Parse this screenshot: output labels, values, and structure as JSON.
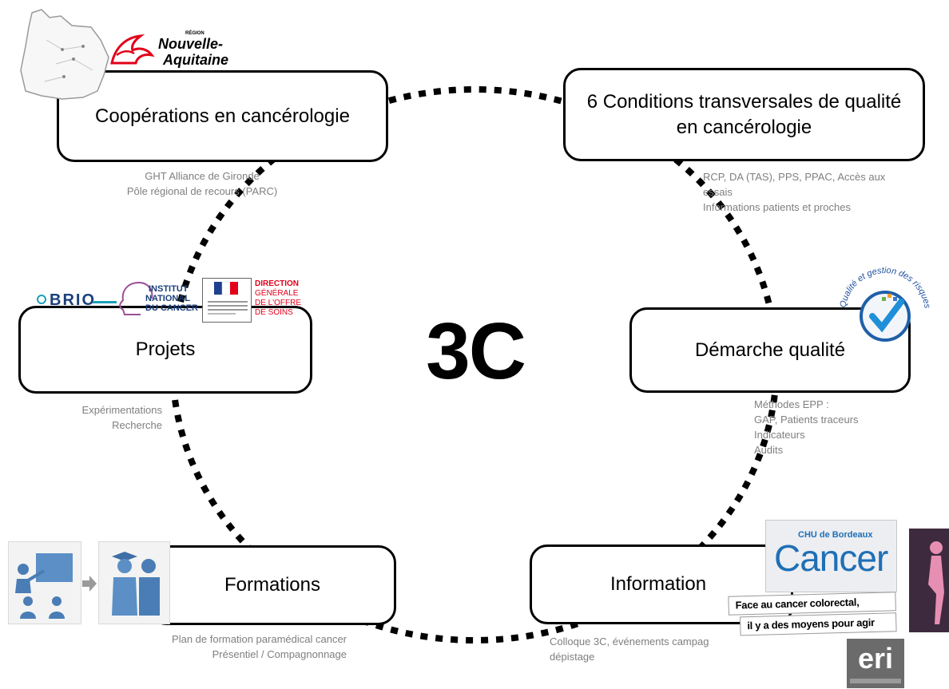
{
  "center": {
    "title": "3C"
  },
  "boxes": {
    "cooperations": {
      "label": "Coopérations en cancérologie"
    },
    "conditions": {
      "label_line1": "6 Conditions transversales de qualité",
      "label_line2": "en cancérologie"
    },
    "projets": {
      "label": "Projets"
    },
    "demarche": {
      "label": "Démarche qualité"
    },
    "formations": {
      "label": "Formations"
    },
    "information": {
      "label": "Information"
    }
  },
  "notes": {
    "cooperations": [
      "GHT Alliance de Gironde",
      "Pôle régional de recours (PARC)"
    ],
    "conditions": [
      "RCP, DA (TAS), PPS, PPAC, Accès aux",
      "essais",
      "Informations patients et proches"
    ],
    "projets": [
      "Expérimentations",
      "Recherche"
    ],
    "demarche": [
      "Méthodes EPP :",
      "GAP, Patients traceurs",
      "Indicateurs",
      "Audits"
    ],
    "formations": [
      "Plan de formation paramédical cancer",
      "Présentiel / Compagnonnage"
    ],
    "information": [
      "Colloque 3C, événements campag",
      "dépistage"
    ]
  },
  "logos": {
    "region": {
      "small": "RÉGION",
      "line1": "Nouvelle-",
      "line2": "Aquitaine"
    },
    "brio": {
      "text": "BRIO"
    },
    "inca": {
      "line1": "INSTITUT",
      "line2": "NATIONAL",
      "line3": "DU CANCER"
    },
    "dgos": {
      "line1": "DIRECTION",
      "line2": "GÉNÉRALE",
      "line3": "DE L'OFFRE",
      "line4": "DE SOINS"
    },
    "qualite": {
      "arc": "Qualité et gestion des risques"
    },
    "chu": {
      "small": "CHU de Bordeaux",
      "big": "Cancer"
    },
    "colorectal": {
      "line1": "Face au cancer colorectal,",
      "line2": "il y a des moyens pour agir"
    },
    "eri": {
      "text": "eri"
    }
  },
  "colors": {
    "ring": "#000000",
    "note": "#7f7f7f",
    "region_red": "#e2001a",
    "dgos_red": "#e2001a",
    "icon_blue": "#5b8fc6",
    "chu_blue": "#1f6fb5"
  }
}
